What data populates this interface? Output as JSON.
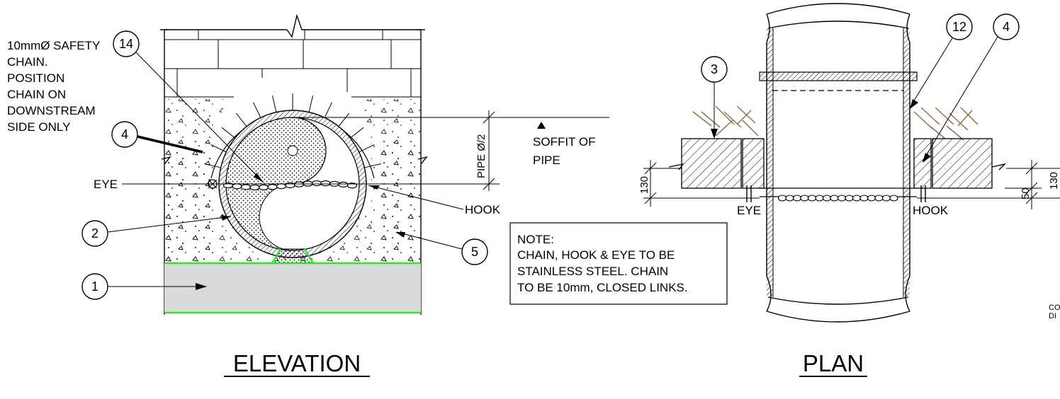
{
  "elevation": {
    "title": "ELEVATION",
    "chain_note": [
      "10mmØ SAFETY",
      "CHAIN.",
      "POSITION",
      "CHAIN ON",
      "DOWNSTREAM",
      "SIDE ONLY"
    ],
    "label_eye": "EYE",
    "label_hook": "HOOK",
    "soffit": [
      "SOFFIT OF",
      "PIPE"
    ],
    "dim_pipe": "PIPE Ø/2",
    "callouts": [
      "14",
      "4",
      "2",
      "1",
      "5"
    ]
  },
  "note": {
    "lines": [
      "NOTE:",
      "CHAIN, HOOK & EYE TO BE",
      "STAINLESS STEEL. CHAIN",
      "TO BE 10mm, CLOSED LINKS."
    ]
  },
  "plan": {
    "title": "PLAN",
    "label_eye": "EYE",
    "label_hook": "HOOK",
    "dim_left": "130",
    "dim_right": "130",
    "dim_small": "50",
    "callouts": [
      "3",
      "12",
      "4"
    ],
    "edge_text": [
      "CO",
      "DI"
    ]
  },
  "colors": {
    "green": "#2ee52e",
    "soil": "#8a7348",
    "grey_fill": "#d9d9d9"
  }
}
